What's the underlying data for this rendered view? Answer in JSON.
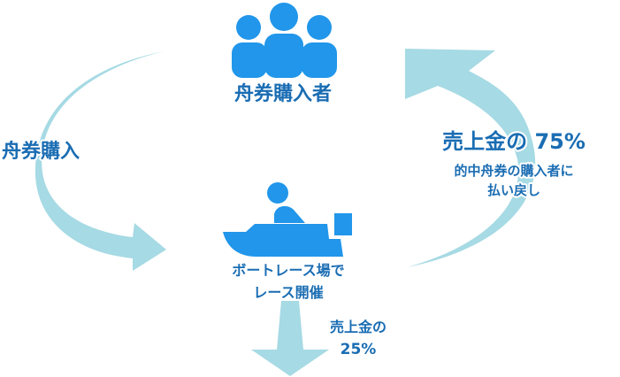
{
  "colors": {
    "arrow": "#a6dae4",
    "icon": "#2196ea",
    "text": "#1a6db3"
  },
  "nodes": {
    "buyers": "舟券購入者",
    "venue_line1": "ボートレース場で",
    "venue_line2": "レース開催"
  },
  "flows": {
    "purchase": "舟券購入",
    "payout_title": "売上金の 75%",
    "payout_line1": "的中舟券の購入者に",
    "payout_line2": "払い戻し",
    "remainder_line1": "売上金の",
    "remainder_line2": "25%"
  }
}
